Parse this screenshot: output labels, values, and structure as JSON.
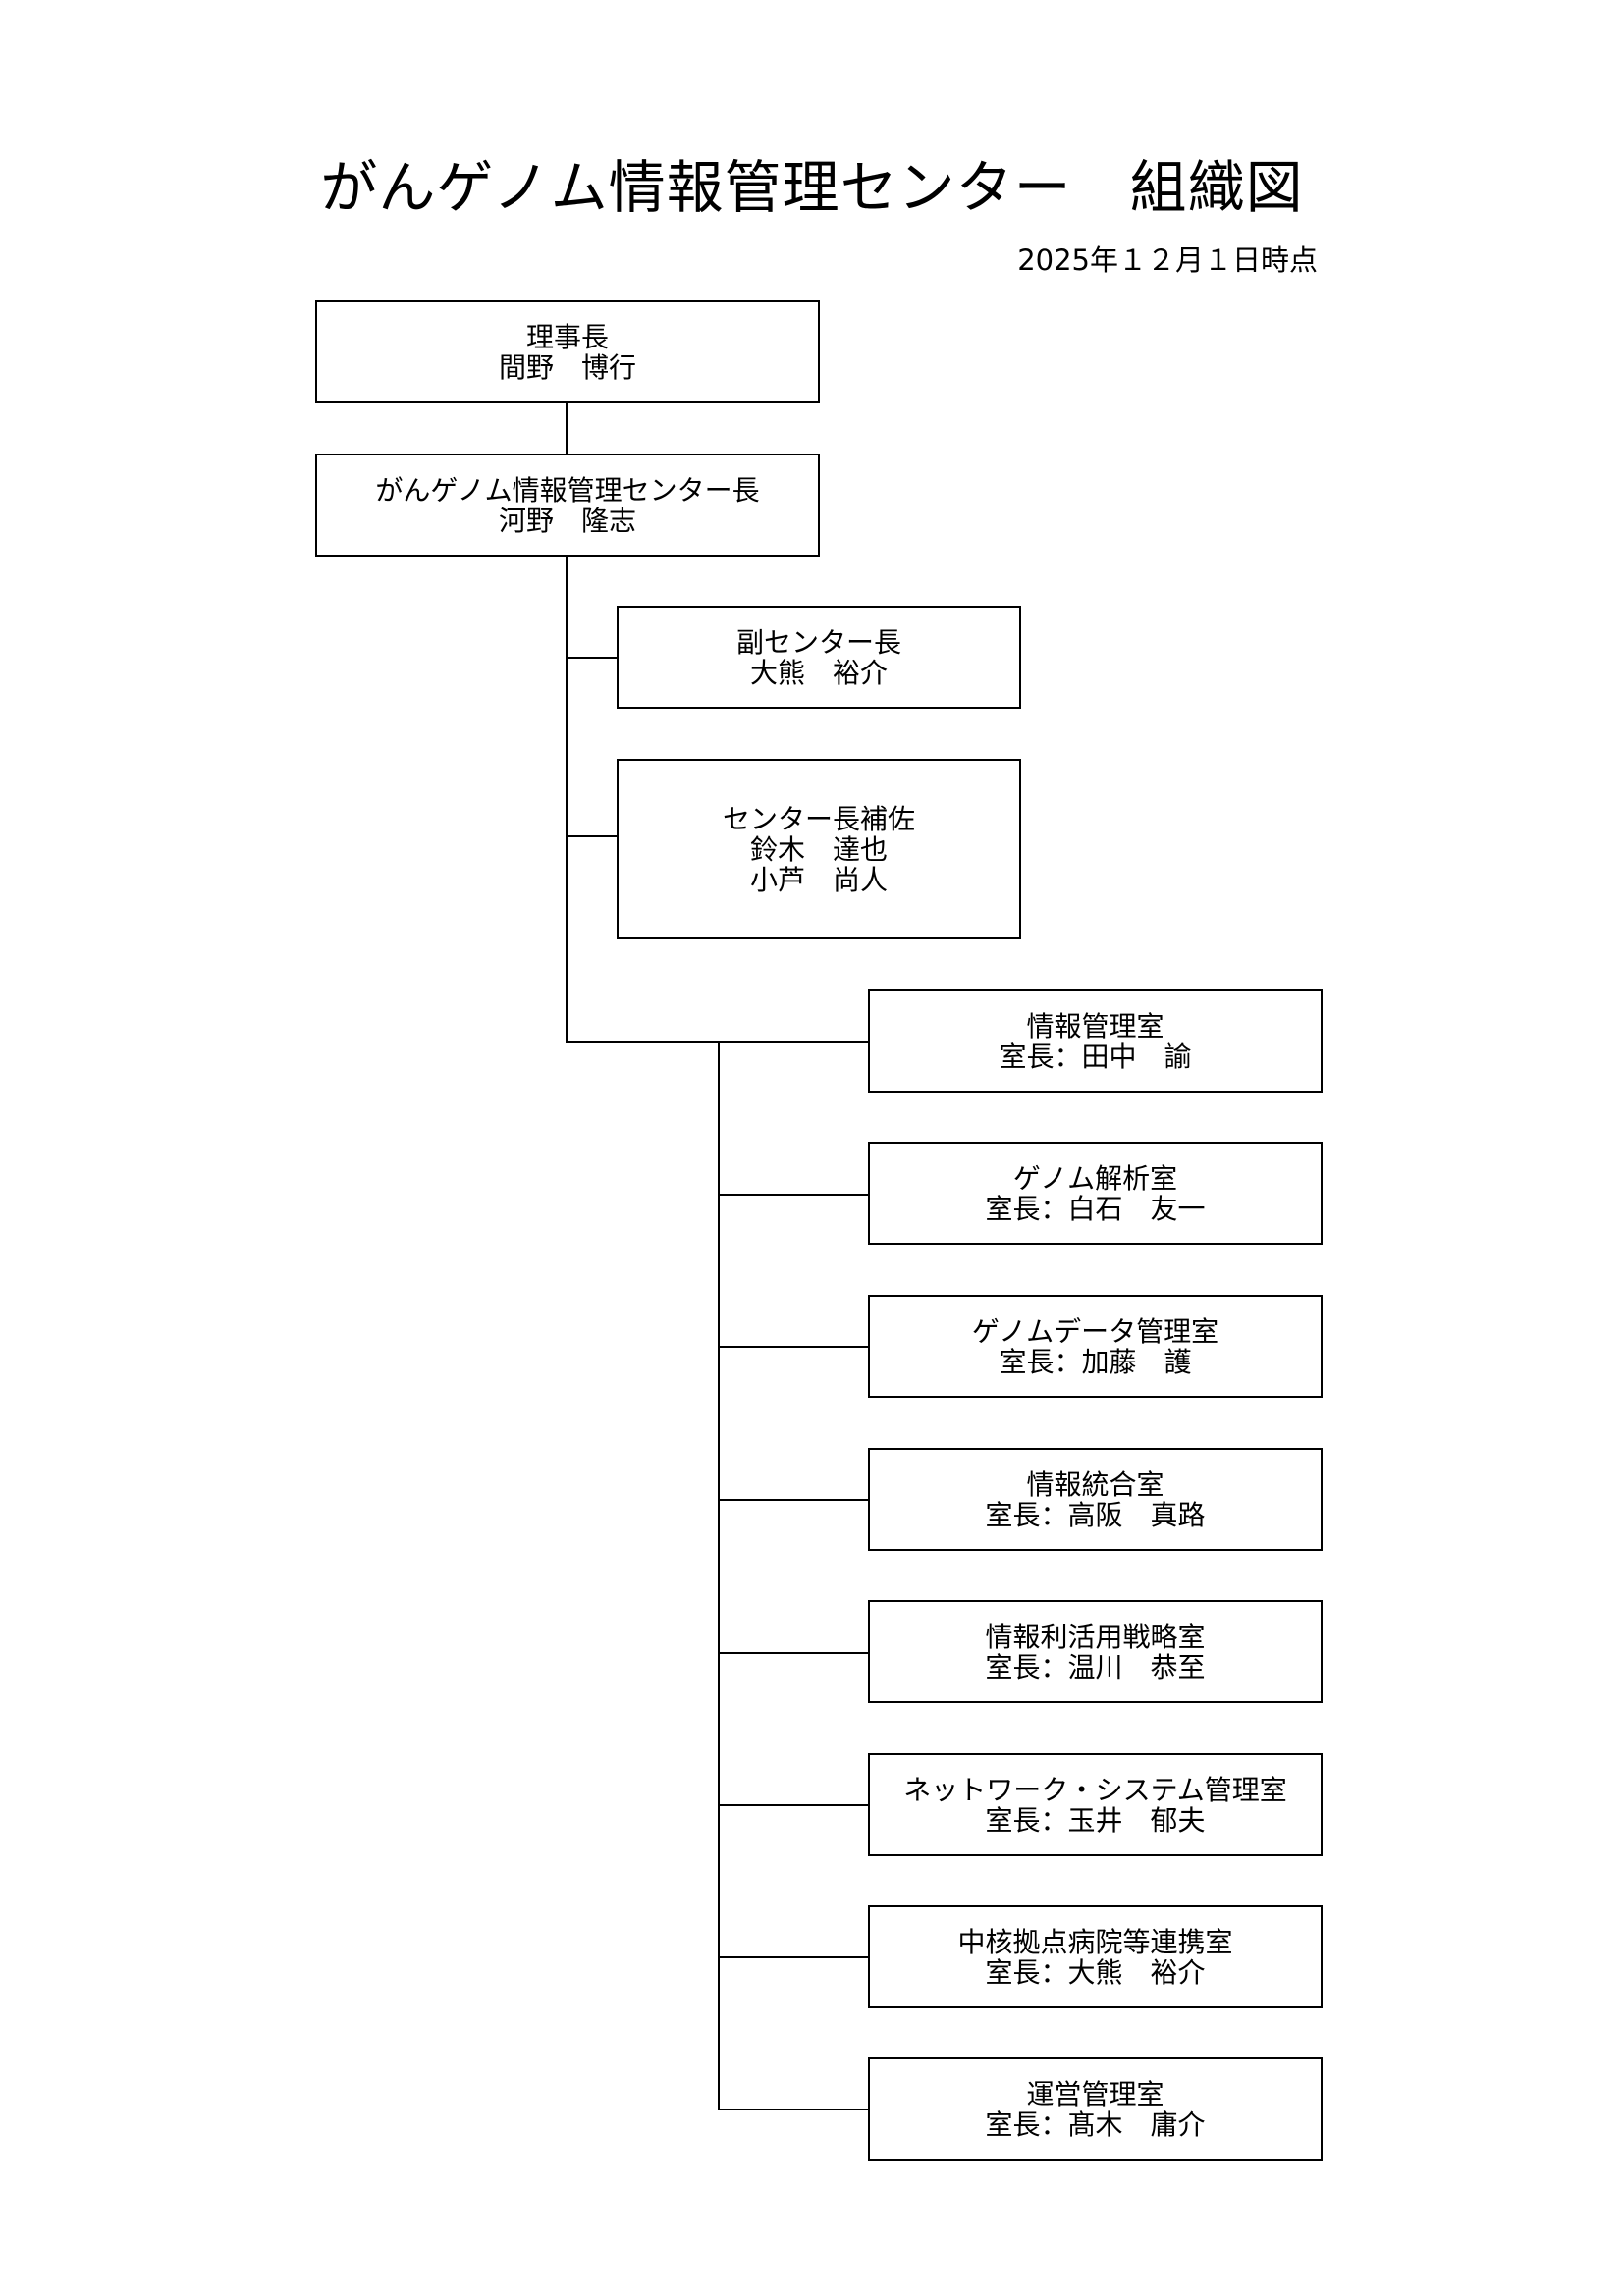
{
  "title": "がんゲノム情報管理センター　組織図",
  "date": "2025年１２月１日時点",
  "chairman": {
    "role": "理事長",
    "name": "間野　博行"
  },
  "director": {
    "role": "がんゲノム情報管理センター長",
    "name": "河野　隆志"
  },
  "deputy": {
    "role": "副センター長",
    "name": "大熊　裕介"
  },
  "assistants": {
    "role": "センター長補佐",
    "names": [
      "鈴木　達也",
      "小芦　尚人"
    ]
  },
  "offices": [
    {
      "name": "情報管理室",
      "head": "室長：田中　諭"
    },
    {
      "name": "ゲノム解析室",
      "head": "室長：白石　友一"
    },
    {
      "name": "ゲノムデータ管理室",
      "head": "室長：加藤　護"
    },
    {
      "name": "情報統合室",
      "head": "室長：高阪　真路"
    },
    {
      "name": "情報利活用戦略室",
      "head": "室長：温川　恭至"
    },
    {
      "name": "ネットワーク・システム管理室",
      "head": "室長：玉井　郁夫"
    },
    {
      "name": "中核拠点病院等連携室",
      "head": "室長：大熊　裕介"
    },
    {
      "name": "運営管理室",
      "head": "室長：髙木　庸介"
    }
  ]
}
